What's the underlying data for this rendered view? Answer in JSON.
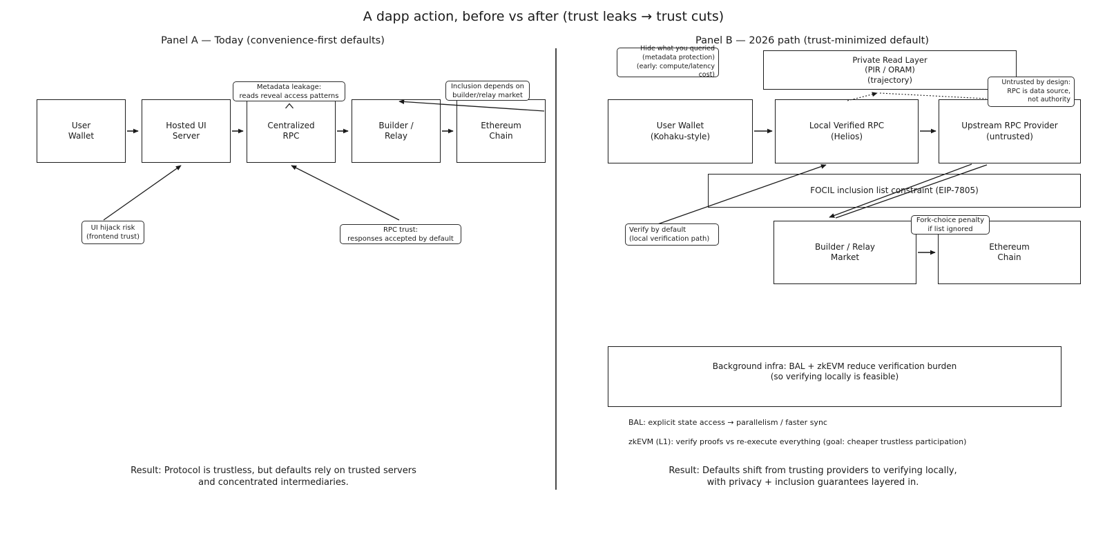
{
  "title": "A dapp action, before vs after (trust leaks → trust cuts)",
  "panel_a": {
    "title": "Panel A — Today (convenience-first defaults)",
    "boxes": {
      "user_wallet": "User\nWallet",
      "hosted_ui": "Hosted UI\nServer",
      "centralized_rpc": "Centralized\nRPC",
      "builder_relay": "Builder /\nRelay",
      "ethereum_chain": "Ethereum\nChain"
    },
    "annotations": {
      "metadata_leakage": "Metadata leakage:\nreads reveal access patterns",
      "inclusion": "Inclusion depends on\nbuilder/relay market",
      "ui_hijack": "UI hijack risk\n(frontend trust)",
      "rpc_trust": "RPC trust:\nresponses accepted by default"
    },
    "result": "Result: Protocol is trustless, but defaults rely on trusted servers\nand concentrated intermediaries."
  },
  "panel_b": {
    "title": "Panel B — 2026 path (trust-minimized default)",
    "boxes": {
      "private_read_layer": "Private Read Layer\n(PIR / ORAM)\n(trajectory)",
      "user_wallet": "User Wallet\n(Kohaku-style)",
      "local_rpc": "Local Verified RPC\n(Helios)",
      "upstream_rpc": "Upstream RPC Provider\n(untrusted)",
      "focil": "FOCIL inclusion list constraint (EIP-7805)",
      "builder_market": "Builder / Relay\nMarket",
      "ethereum_chain": "Ethereum\nChain",
      "background_infra": "Background infra: BAL + zkEVM reduce verification burden\n(so verifying locally is feasible)"
    },
    "annotations": {
      "hide_query": "Hide what you queried\n(metadata protection)\n(early: compute/latency cost)",
      "untrusted": "Untrusted by design:\nRPC is data source,\nnot authority",
      "verify_default": "Verify by default\n(local verification path)",
      "fork_choice": "Fork-choice penalty\nif list ignored"
    },
    "notes": {
      "bal": "BAL: explicit state access → parallelism / faster sync",
      "zkevm": "zkEVM (L1): verify proofs vs re-execute everything (goal: cheaper trustless participation)"
    },
    "result": "Result: Defaults shift from trusting providers to verifying locally,\nwith privacy + inclusion guarantees layered in."
  },
  "colors": {
    "ink": "#1a1a1a",
    "background": "#ffffff"
  }
}
